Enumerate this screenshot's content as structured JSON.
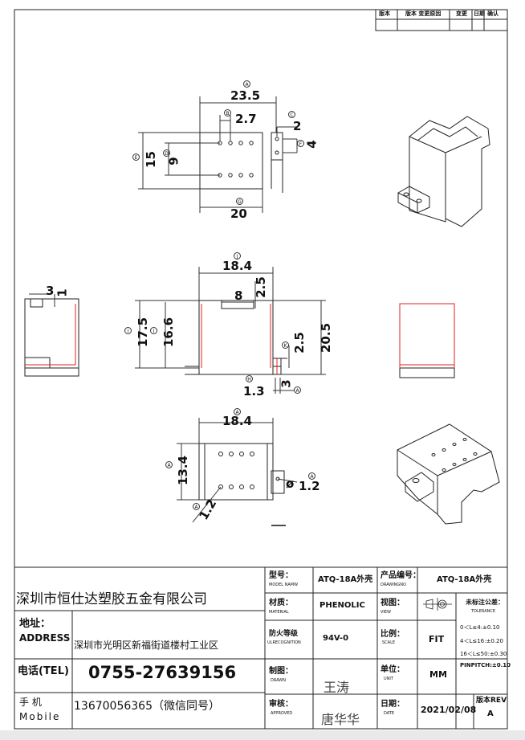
{
  "revision_table": {
    "headers": [
      "版本",
      "版本 变更原因",
      "变更",
      "日期",
      "确认"
    ]
  },
  "dimensions": {
    "top_view": {
      "width_overall": "23.5",
      "pitch": "2.7",
      "pin_offset": "2",
      "pin_dist": "4",
      "height_overall": "15",
      "row_spacing": "9",
      "body_width": "20",
      "markers": [
        "A",
        "B",
        "C",
        "D",
        "E",
        "F",
        "G"
      ]
    },
    "front_view": {
      "width": "18.4",
      "slot_width": "8",
      "slot_depth": "2.5",
      "height_inner": "17.5",
      "height_body": "16.6",
      "flange_height": "2.5",
      "overall_height": "20.5",
      "wall": "1.3",
      "flange_thk": "3",
      "markers": [
        "J",
        "I",
        "H",
        "K",
        "A"
      ]
    },
    "side_view": {
      "slot_w": "3",
      "slot_d": "1"
    },
    "bottom_view": {
      "width": "18.4",
      "height": "13.4",
      "pin_dia": "1.2",
      "pin_dia_prefix": "ø",
      "corner_dim": "1.2",
      "markers": [
        "A",
        "A",
        "A",
        "A"
      ]
    }
  },
  "title_block": {
    "company": "深圳市恒仕达塑胶五金有限公司",
    "address_label_cn": "地址：",
    "address_label_en": "ADDRESS",
    "address": "深圳市光明区新福街道楼村工业区",
    "tel_label": "电话(TEL)",
    "tel": "0755-27639156",
    "mobile_label_cn": "手 机",
    "mobile_label_en": "Mobile",
    "mobile": "13670056365（微信同号）",
    "model_label_cn": "型号：",
    "model_label_en": "MODEL NAMW",
    "model": "ATQ-18A外壳",
    "drawing_no_label_cn": "产品编号：",
    "drawing_no_label_en": "DRAWINGNO",
    "drawing_no": "ATQ-18A外壳",
    "material_label_cn": "材质：",
    "material_label_en": "MATERIAL",
    "material": "PHENOLIC",
    "view_label_cn": "视图：",
    "view_label_en": "VIEW",
    "tolerance_title_cn": "未标注公差：",
    "tolerance_title_en": "TOLERANCE",
    "tolerance_lines": [
      "0＜L≤4:±0.10",
      "4＜L≤16:±0.20",
      "16＜L≤50:±0.30",
      "PINPITCH:±0.10"
    ],
    "fire_label_cn": "防火等级",
    "fire_label_en": "ULRECOGNITION",
    "fire": "94V-0",
    "scale_label_cn": "比例：",
    "scale_label_en": "SCALE",
    "scale": "FIT",
    "drawn_label_cn": "制图：",
    "drawn_label_en": "DRAWN",
    "drawn_by": "王涛",
    "unit_label_cn": "单位：",
    "unit_label_en": "UNIT",
    "unit": "MM",
    "approved_label_cn": "审核：",
    "approved_label_en": "APPROVED",
    "approved_by": "唐华华",
    "date_label_cn": "日期：",
    "date_label_en": "DATE",
    "date": "2021/02/08",
    "rev_label": "版本REV",
    "rev": "A"
  },
  "colors": {
    "line": "#222222",
    "red": "#e02020",
    "dim": "#333333"
  }
}
